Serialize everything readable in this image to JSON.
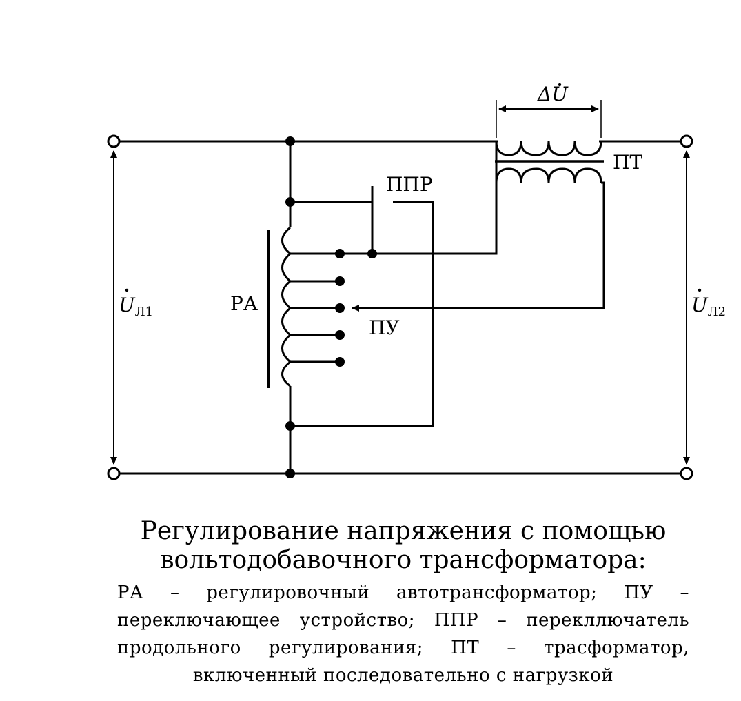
{
  "labels": {
    "u_l1_base": "U",
    "u_l1_sub": "Л1",
    "u_l2_base": "U",
    "u_l2_sub": "Л2",
    "delta_u": "ΔU",
    "pt": "ПТ",
    "ppr": "ППР",
    "ra": "РА",
    "pu": "ПУ"
  },
  "caption": {
    "title_line1": "Регулирование напряжения с помощью",
    "title_line2": "вольтодобавочного трансформатора:",
    "body": "РА – регулировочный автотрансформатор; ПУ – переключающее устройство; ППР – перекллючатель продольного регулирования; ПТ – трасформатор, включенный последовательно с нагрузкой"
  },
  "colors": {
    "line": "#000000",
    "background": "#ffffff"
  }
}
